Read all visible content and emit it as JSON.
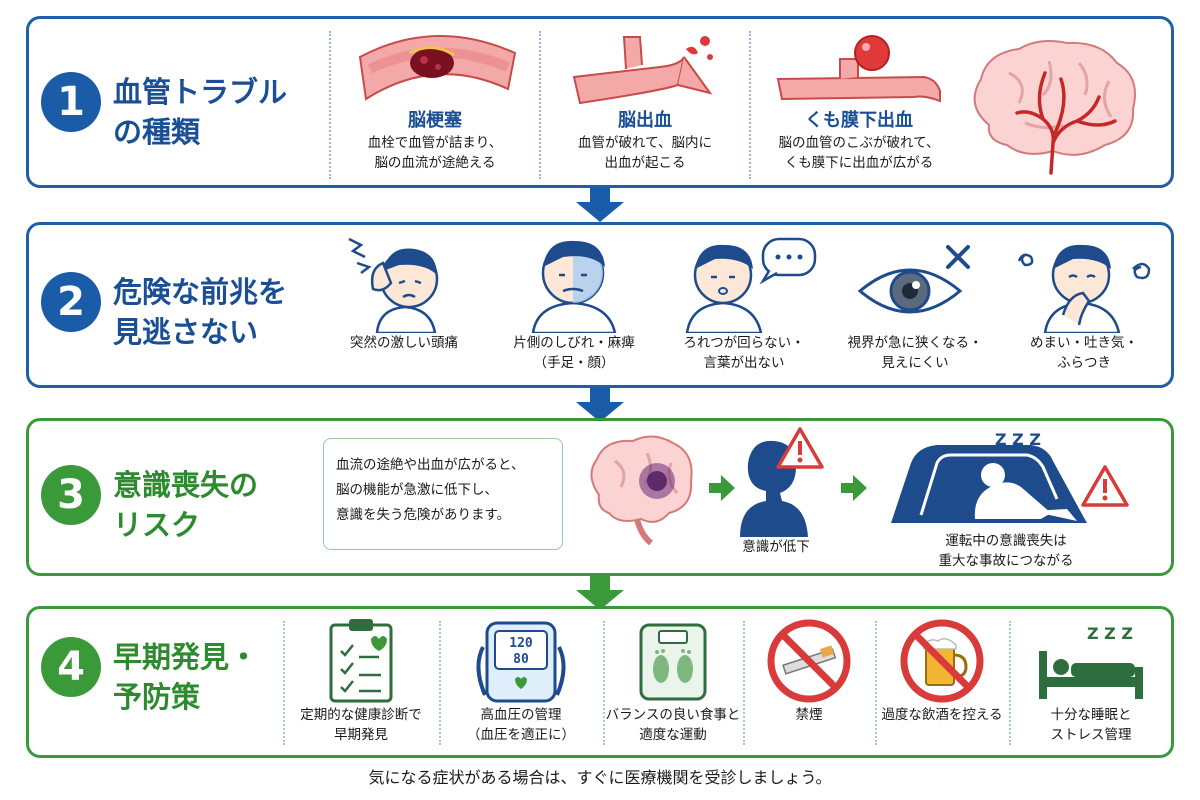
{
  "colors": {
    "blue": "#1a5ca8",
    "green": "#3a9a3a",
    "red": "#d93a3a",
    "navy": "#1e4b8c"
  },
  "sections": [
    {
      "number": "1",
      "title": "血管トラブル\nの種類",
      "items": [
        {
          "name": "脳梗塞",
          "desc": "血栓で血管が詰まり、\n脳の血流が途絶える",
          "icon": "blocked-vessel-icon"
        },
        {
          "name": "脳出血",
          "desc": "血管が破れて、脳内に\n出血が起こる",
          "icon": "ruptured-vessel-icon"
        },
        {
          "name": "くも膜下出血",
          "desc": "脳の血管のこぶが破れて、\nくも膜下に出血が広がる",
          "icon": "aneurysm-vessel-icon"
        }
      ],
      "image": "brain-vessels-icon"
    },
    {
      "number": "2",
      "title": "危険な前兆を\n見逃さない",
      "items": [
        {
          "label": "突然の激しい頭痛",
          "icon": "headache-icon"
        },
        {
          "label": "片側のしびれ・麻痺\n（手足・顔）",
          "icon": "numbness-icon"
        },
        {
          "label": "ろれつが回らない・\n言葉が出ない",
          "icon": "speech-trouble-icon"
        },
        {
          "label": "視界が急に狭くなる・\n見えにくい",
          "icon": "vision-loss-icon"
        },
        {
          "label": "めまい・吐き気・\nふらつき",
          "icon": "dizziness-icon"
        }
      ]
    },
    {
      "number": "3",
      "title": "意識喪失の\nリスク",
      "text": "血流の途絶や出血が広がると、\n脳の機能が急激に低下し、\n意識を失う危険があります。",
      "steps": [
        {
          "label": "意識が低下",
          "icon": "unconscious-head-icon"
        },
        {
          "label": "運転中の意識喪失は\n重大な事故につながる",
          "icon": "driver-collapse-icon"
        }
      ],
      "sleep_mark": "Z Z Z"
    },
    {
      "number": "4",
      "title": "早期発見・\n予防策",
      "items": [
        {
          "label": "定期的な健康診断で\n早期発見",
          "icon": "checkup-clipboard-icon"
        },
        {
          "label": "高血圧の管理\n（血圧を適正に）",
          "icon": "blood-pressure-monitor-icon",
          "reading_top": "120",
          "reading_bottom": "80"
        },
        {
          "label": "バランスの良い食事と\n適度な運動",
          "icon": "scale-icon"
        },
        {
          "label": "禁煙",
          "icon": "no-smoking-icon"
        },
        {
          "label": "過度な飲酒を控える",
          "icon": "no-alcohol-icon"
        },
        {
          "label": "十分な睡眠と\nストレス管理",
          "icon": "sleep-bed-icon"
        }
      ],
      "sleep_mark": "Z Z Z"
    }
  ],
  "footer": "気になる症状がある場合は、すぐに医療機関を受診しましょう。"
}
